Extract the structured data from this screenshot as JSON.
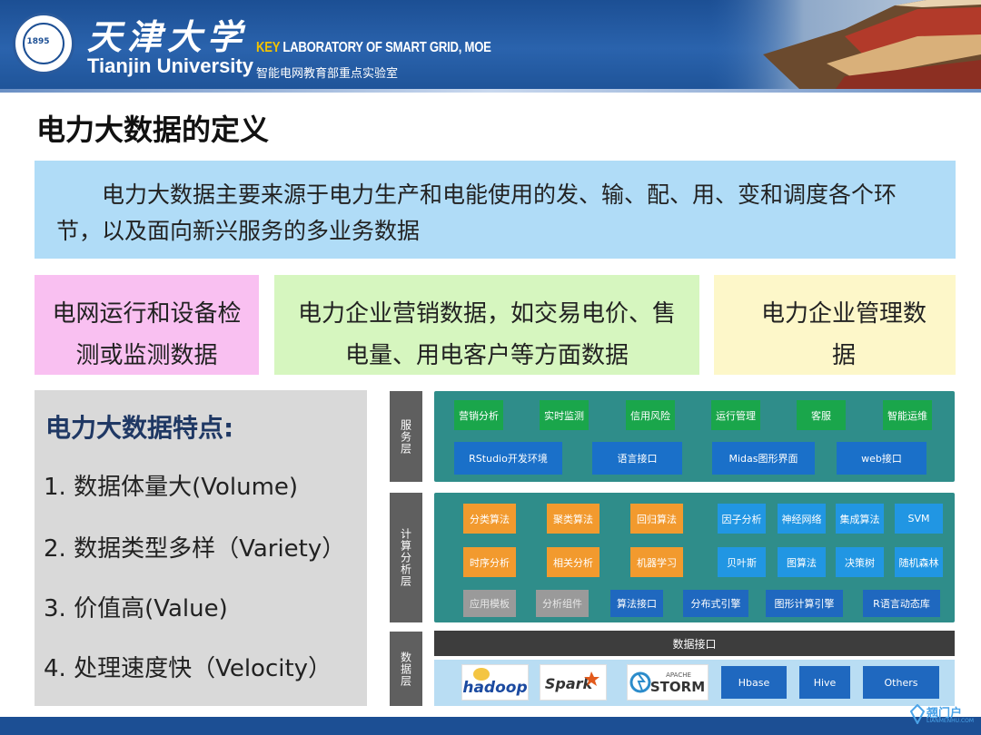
{
  "header": {
    "university_cn": "天津大学",
    "university_en": "Tianjin University",
    "seal_year": "1895",
    "lab_key": "KEY",
    "lab_en": " LABORATORY OF SMART GRID, MOE",
    "lab_cn": "智能电网教育部重点实验室"
  },
  "title": "电力大数据的定义",
  "definition": "电力大数据主要来源于电力生产和电能使用的发、输、配、用、变和调度各个环节，以及面向新兴服务的多业务数据",
  "sources": [
    "电网运行和设备检测或监测数据",
    "电力企业营销数据，如交易电价、售电量、用电客户等方面数据",
    "电力企业管理数据"
  ],
  "features": {
    "title": "电力大数据特点:",
    "items": [
      "1. 数据体量大(Volume)",
      "2. 数据类型多样（Variety）",
      "3. 价值高(Value)",
      "4. 处理速度快（Velocity）"
    ]
  },
  "architecture": {
    "service_layer": {
      "label": "服务层",
      "row1": [
        "营销分析",
        "实时监测",
        "信用风险",
        "运行管理",
        "客服",
        "智能运维"
      ],
      "row2": [
        "RStudio开发环境",
        "语言接口",
        "Midas图形界面",
        "web接口"
      ]
    },
    "compute_layer": {
      "label": "计算分析层",
      "orange": [
        "分类算法",
        "聚类算法",
        "回归算法",
        "时序分析",
        "相关分析",
        "机器学习"
      ],
      "cyan": [
        "因子分析",
        "神经网络",
        "集成算法",
        "SVM",
        "贝叶斯",
        "图算法",
        "决策树",
        "随机森林"
      ],
      "bottom": [
        "应用模板",
        "分析组件",
        "算法接口",
        "分布式引擎",
        "图形计算引擎",
        "R语言动态库"
      ]
    },
    "data_layer": {
      "label": "数据层",
      "interface": "数据接口",
      "logos": [
        "hadoop",
        "Spark",
        "APACHE",
        "STORM"
      ],
      "stores": [
        "Hbase",
        "Hive",
        "Others"
      ]
    }
  },
  "watermark": {
    "text": "翘门户",
    "sub": "LIANMENHU.COM"
  },
  "colors": {
    "header_blue": "#1c4f94",
    "definition_bg": "#b0dcf7",
    "source1_bg": "#f9c0f1",
    "source2_bg": "#d6f6bf",
    "source3_bg": "#fdf7c9",
    "panel_teal": "#2f8d8a"
  }
}
